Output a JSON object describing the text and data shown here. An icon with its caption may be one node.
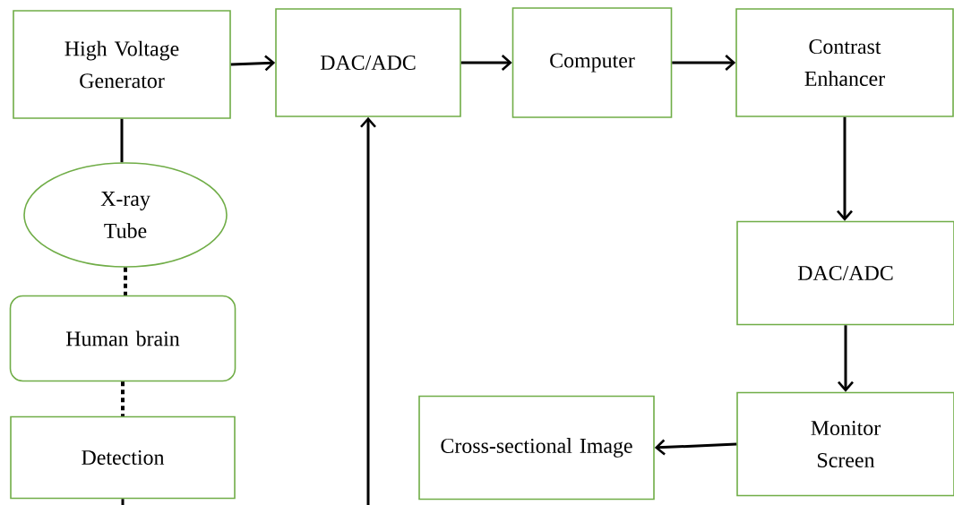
{
  "diagram": {
    "nodes": [
      {
        "text": [
          "High Voltage Generator"
        ]
      },
      {
        "text": [
          "DAC/ADC"
        ]
      },
      {
        "text": [
          "Computer"
        ]
      },
      {
        "text": [
          "Contrast Enhancer"
        ]
      },
      {
        "text": [
          "X-ray Tube"
        ]
      },
      {
        "text": [
          "Human brain"
        ]
      },
      {
        "text": [
          "Detection"
        ]
      },
      {
        "text": [
          "DAC/ADC"
        ]
      },
      {
        "text": [
          "Cross-sectional Image"
        ]
      },
      {
        "text": [
          "Monitor Screen"
        ]
      }
    ],
    "edges": [
      {
        "from": 0,
        "to": 1,
        "arrow": "to"
      },
      {
        "from": 1,
        "to": 2,
        "arrow": "to"
      },
      {
        "from": 2,
        "to": 3,
        "arrow": "to"
      },
      {
        "from": 3,
        "to": 7,
        "arrow": "to"
      },
      {
        "from": 7,
        "to": 9,
        "arrow": "to"
      },
      {
        "from": 9,
        "to": 8,
        "arrow": "to"
      },
      {
        "from": 0,
        "to": 4,
        "arrow": "none"
      },
      {
        "from": 4,
        "to": 5,
        "arrow": "none",
        "style": "dashed"
      },
      {
        "from": 5,
        "to": 6,
        "arrow": "none",
        "style": "dashed"
      },
      {
        "from": 6,
        "to": null,
        "arrow": "none"
      },
      {
        "from": null,
        "to": 1,
        "arrow": "to"
      }
    ]
  }
}
